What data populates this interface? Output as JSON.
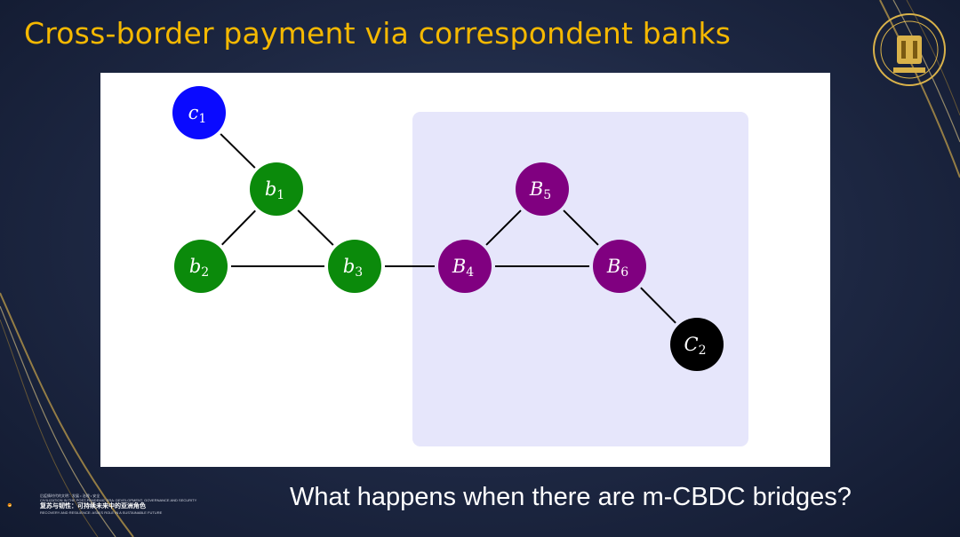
{
  "slide": {
    "title": "Cross-border payment via correspondent banks",
    "question": "What happens when there are m-CBDC bridges?"
  },
  "footer": {
    "line1": "后疫情时代的文明：发展 • 治理 • 安全",
    "line2": "CIVILIZATION IN THE POST-PANDEMIC ERA: DEVELOPMENT, GOVERNANCE AND SECURITY",
    "line3": "复苏与韧性：可持续未来中的亚洲角色",
    "line4": "RECOVERY AND RESILIENCE: ASIA'S ROLE IN A SUSTAINABLE FUTURE"
  },
  "diagram": {
    "colors": {
      "customer1": "#0a0aff",
      "customer2": "#000000",
      "domestic_bank": "#0b8a0b",
      "foreign_bank": "#800080",
      "foreign_region": "#e6e6fb",
      "edge": "#000000"
    },
    "nodes": [
      {
        "id": "c1",
        "base": "c",
        "sub": "1",
        "group": "customer1"
      },
      {
        "id": "b1",
        "base": "b",
        "sub": "1",
        "group": "domestic_bank"
      },
      {
        "id": "b2",
        "base": "b",
        "sub": "2",
        "group": "domestic_bank"
      },
      {
        "id": "b3",
        "base": "b",
        "sub": "3",
        "group": "domestic_bank"
      },
      {
        "id": "B4",
        "base": "B",
        "sub": "4",
        "group": "foreign_bank"
      },
      {
        "id": "B5",
        "base": "B",
        "sub": "5",
        "group": "foreign_bank"
      },
      {
        "id": "B6",
        "base": "B",
        "sub": "6",
        "group": "foreign_bank"
      },
      {
        "id": "C2",
        "base": "C",
        "sub": "2",
        "group": "customer2"
      }
    ],
    "edges": [
      [
        "c1",
        "b1"
      ],
      [
        "b1",
        "b2"
      ],
      [
        "b1",
        "b3"
      ],
      [
        "b2",
        "b3"
      ],
      [
        "b3",
        "B4"
      ],
      [
        "B4",
        "B5"
      ],
      [
        "B4",
        "B6"
      ],
      [
        "B5",
        "B6"
      ],
      [
        "B6",
        "C2"
      ]
    ]
  }
}
